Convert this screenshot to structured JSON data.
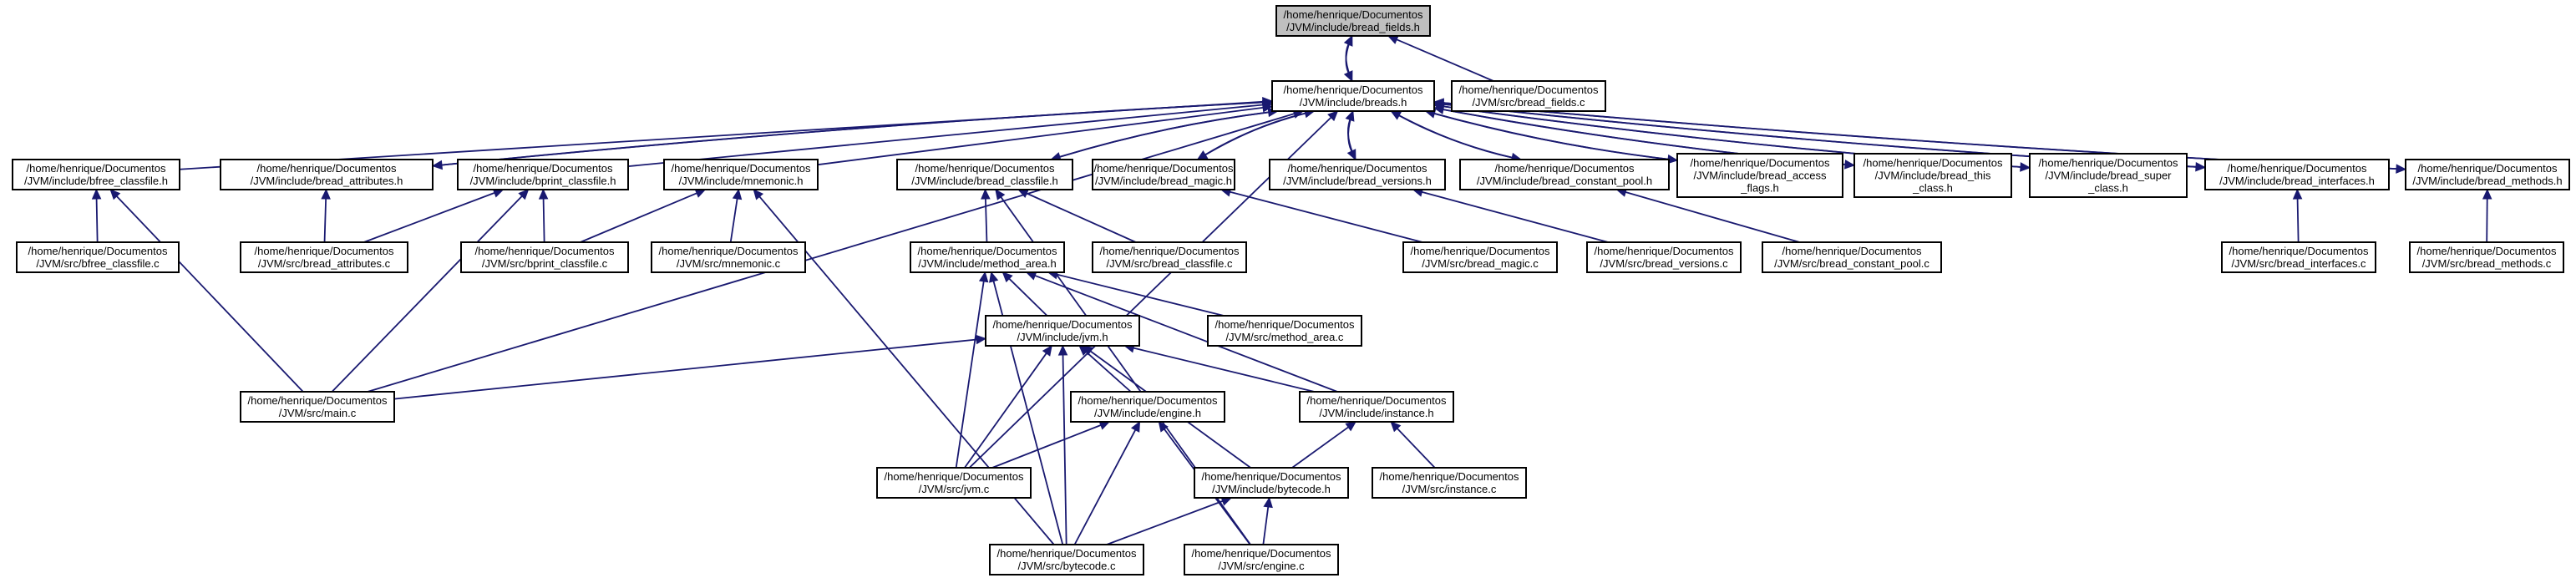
{
  "graph": {
    "colors": {
      "edge": "#191970",
      "node_border": "#000000",
      "root_fill": "#bfbfbf",
      "node_fill": "#ffffff"
    },
    "nodes": [
      {
        "id": "bread_fields_h",
        "lines": [
          "/home/henrique/Documentos",
          "/JVM/include/bread_fields.h"
        ],
        "root": true
      },
      {
        "id": "breads_h",
        "lines": [
          "/home/henrique/Documentos",
          "/JVM/include/breads.h"
        ]
      },
      {
        "id": "bread_fields_c",
        "lines": [
          "/home/henrique/Documentos",
          "/JVM/src/bread_fields.c"
        ]
      },
      {
        "id": "bfree_classfile_h",
        "lines": [
          "/home/henrique/Documentos",
          "/JVM/include/bfree_classfile.h"
        ]
      },
      {
        "id": "bread_attributes_h",
        "lines": [
          "/home/henrique/Documentos",
          "/JVM/include/bread_attributes.h"
        ]
      },
      {
        "id": "bprint_classfile_h",
        "lines": [
          "/home/henrique/Documentos",
          "/JVM/include/bprint_classfile.h"
        ]
      },
      {
        "id": "mnemonic_h",
        "lines": [
          "/home/henrique/Documentos",
          "/JVM/include/mnemonic.h"
        ]
      },
      {
        "id": "bread_classfile_h",
        "lines": [
          "/home/henrique/Documentos",
          "/JVM/include/bread_classfile.h"
        ]
      },
      {
        "id": "bread_magic_h",
        "lines": [
          "/home/henrique/Documentos",
          "/JVM/include/bread_magic.h"
        ]
      },
      {
        "id": "bread_versions_h",
        "lines": [
          "/home/henrique/Documentos",
          "/JVM/include/bread_versions.h"
        ]
      },
      {
        "id": "bread_constant_pool_h",
        "lines": [
          "/home/henrique/Documentos",
          "/JVM/include/bread_constant_pool.h"
        ]
      },
      {
        "id": "bread_access_flags_h",
        "lines": [
          "/home/henrique/Documentos",
          "/JVM/include/bread_access",
          "_flags.h"
        ]
      },
      {
        "id": "bread_this_class_h",
        "lines": [
          "/home/henrique/Documentos",
          "/JVM/include/bread_this",
          "_class.h"
        ]
      },
      {
        "id": "bread_super_class_h",
        "lines": [
          "/home/henrique/Documentos",
          "/JVM/include/bread_super",
          "_class.h"
        ]
      },
      {
        "id": "bread_interfaces_h",
        "lines": [
          "/home/henrique/Documentos",
          "/JVM/include/bread_interfaces.h"
        ]
      },
      {
        "id": "bread_methods_h",
        "lines": [
          "/home/henrique/Documentos",
          "/JVM/include/bread_methods.h"
        ]
      },
      {
        "id": "bfree_classfile_c",
        "lines": [
          "/home/henrique/Documentos",
          "/JVM/src/bfree_classfile.c"
        ]
      },
      {
        "id": "bread_attributes_c",
        "lines": [
          "/home/henrique/Documentos",
          "/JVM/src/bread_attributes.c"
        ]
      },
      {
        "id": "bprint_classfile_c",
        "lines": [
          "/home/henrique/Documentos",
          "/JVM/src/bprint_classfile.c"
        ]
      },
      {
        "id": "mnemonic_c",
        "lines": [
          "/home/henrique/Documentos",
          "/JVM/src/mnemonic.c"
        ]
      },
      {
        "id": "method_area_h",
        "lines": [
          "/home/henrique/Documentos",
          "/JVM/include/method_area.h"
        ]
      },
      {
        "id": "bread_classfile_c",
        "lines": [
          "/home/henrique/Documentos",
          "/JVM/src/bread_classfile.c"
        ]
      },
      {
        "id": "bread_magic_c",
        "lines": [
          "/home/henrique/Documentos",
          "/JVM/src/bread_magic.c"
        ]
      },
      {
        "id": "bread_versions_c",
        "lines": [
          "/home/henrique/Documentos",
          "/JVM/src/bread_versions.c"
        ]
      },
      {
        "id": "bread_constant_pool_c",
        "lines": [
          "/home/henrique/Documentos",
          "/JVM/src/bread_constant_pool.c"
        ]
      },
      {
        "id": "bread_interfaces_c",
        "lines": [
          "/home/henrique/Documentos",
          "/JVM/src/bread_interfaces.c"
        ]
      },
      {
        "id": "bread_methods_c",
        "lines": [
          "/home/henrique/Documentos",
          "/JVM/src/bread_methods.c"
        ]
      },
      {
        "id": "jvm_h",
        "lines": [
          "/home/henrique/Documentos",
          "/JVM/include/jvm.h"
        ]
      },
      {
        "id": "method_area_c",
        "lines": [
          "/home/henrique/Documentos",
          "/JVM/src/method_area.c"
        ]
      },
      {
        "id": "main_c",
        "lines": [
          "/home/henrique/Documentos",
          "/JVM/src/main.c"
        ]
      },
      {
        "id": "engine_h",
        "lines": [
          "/home/henrique/Documentos",
          "/JVM/include/engine.h"
        ]
      },
      {
        "id": "instance_h",
        "lines": [
          "/home/henrique/Documentos",
          "/JVM/include/instance.h"
        ]
      },
      {
        "id": "jvm_c",
        "lines": [
          "/home/henrique/Documentos",
          "/JVM/src/jvm.c"
        ]
      },
      {
        "id": "bytecode_h",
        "lines": [
          "/home/henrique/Documentos",
          "/JVM/include/bytecode.h"
        ]
      },
      {
        "id": "instance_c",
        "lines": [
          "/home/henrique/Documentos",
          "/JVM/src/instance.c"
        ]
      },
      {
        "id": "bytecode_c",
        "lines": [
          "/home/henrique/Documentos",
          "/JVM/src/bytecode.c"
        ]
      },
      {
        "id": "engine_c",
        "lines": [
          "/home/henrique/Documentos",
          "/JVM/src/engine.c"
        ]
      }
    ],
    "edges": [
      {
        "from": "breads_h",
        "to": "bread_fields_h"
      },
      {
        "from": "bread_fields_h",
        "to": "breads_h"
      },
      {
        "from": "bread_fields_c",
        "to": "bread_fields_h"
      },
      {
        "from": "bfree_classfile_h",
        "to": "breads_h"
      },
      {
        "from": "bread_attributes_h",
        "to": "breads_h"
      },
      {
        "from": "breads_h",
        "to": "bread_attributes_h"
      },
      {
        "from": "bprint_classfile_h",
        "to": "breads_h"
      },
      {
        "from": "mnemonic_h",
        "to": "breads_h"
      },
      {
        "from": "bread_classfile_h",
        "to": "breads_h"
      },
      {
        "from": "breads_h",
        "to": "bread_classfile_h"
      },
      {
        "from": "bread_magic_h",
        "to": "breads_h"
      },
      {
        "from": "breads_h",
        "to": "bread_magic_h"
      },
      {
        "from": "bread_versions_h",
        "to": "breads_h"
      },
      {
        "from": "breads_h",
        "to": "bread_versions_h"
      },
      {
        "from": "bread_constant_pool_h",
        "to": "breads_h"
      },
      {
        "from": "breads_h",
        "to": "bread_constant_pool_h"
      },
      {
        "from": "bread_access_flags_h",
        "to": "breads_h"
      },
      {
        "from": "breads_h",
        "to": "bread_access_flags_h"
      },
      {
        "from": "bread_this_class_h",
        "to": "breads_h"
      },
      {
        "from": "breads_h",
        "to": "bread_this_class_h"
      },
      {
        "from": "bread_super_class_h",
        "to": "breads_h"
      },
      {
        "from": "breads_h",
        "to": "bread_super_class_h"
      },
      {
        "from": "bread_interfaces_h",
        "to": "breads_h"
      },
      {
        "from": "breads_h",
        "to": "bread_interfaces_h"
      },
      {
        "from": "bread_methods_h",
        "to": "breads_h"
      },
      {
        "from": "breads_h",
        "to": "bread_methods_h"
      },
      {
        "from": "main_c",
        "to": "breads_h"
      },
      {
        "from": "jvm_c",
        "to": "breads_h"
      },
      {
        "from": "bfree_classfile_c",
        "to": "bfree_classfile_h"
      },
      {
        "from": "main_c",
        "to": "bfree_classfile_h"
      },
      {
        "from": "bread_attributes_c",
        "to": "bread_attributes_h"
      },
      {
        "from": "bread_attributes_c",
        "to": "bprint_classfile_h"
      },
      {
        "from": "bprint_classfile_c",
        "to": "bprint_classfile_h"
      },
      {
        "from": "main_c",
        "to": "bprint_classfile_h"
      },
      {
        "from": "bprint_classfile_c",
        "to": "mnemonic_h"
      },
      {
        "from": "mnemonic_c",
        "to": "mnemonic_h"
      },
      {
        "from": "bytecode_c",
        "to": "mnemonic_h"
      },
      {
        "from": "method_area_h",
        "to": "bread_classfile_h"
      },
      {
        "from": "bread_classfile_c",
        "to": "bread_classfile_h"
      },
      {
        "from": "engine_c",
        "to": "bread_classfile_h"
      },
      {
        "from": "bread_magic_c",
        "to": "bread_magic_h"
      },
      {
        "from": "bread_versions_c",
        "to": "bread_versions_h"
      },
      {
        "from": "bread_constant_pool_c",
        "to": "bread_constant_pool_h"
      },
      {
        "from": "bread_interfaces_c",
        "to": "bread_interfaces_h"
      },
      {
        "from": "bread_methods_c",
        "to": "bread_methods_h"
      },
      {
        "from": "jvm_h",
        "to": "method_area_h"
      },
      {
        "from": "method_area_c",
        "to": "method_area_h"
      },
      {
        "from": "instance_h",
        "to": "method_area_h"
      },
      {
        "from": "jvm_c",
        "to": "method_area_h"
      },
      {
        "from": "bytecode_c",
        "to": "method_area_h"
      },
      {
        "from": "main_c",
        "to": "jvm_h"
      },
      {
        "from": "engine_h",
        "to": "jvm_h"
      },
      {
        "from": "instance_h",
        "to": "jvm_h"
      },
      {
        "from": "jvm_c",
        "to": "jvm_h"
      },
      {
        "from": "bytecode_h",
        "to": "jvm_h"
      },
      {
        "from": "bytecode_c",
        "to": "jvm_h"
      },
      {
        "from": "jvm_c",
        "to": "engine_h"
      },
      {
        "from": "bytecode_c",
        "to": "engine_h"
      },
      {
        "from": "engine_c",
        "to": "engine_h"
      },
      {
        "from": "bytecode_h",
        "to": "instance_h"
      },
      {
        "from": "instance_c",
        "to": "instance_h"
      },
      {
        "from": "bytecode_c",
        "to": "bytecode_h"
      },
      {
        "from": "engine_c",
        "to": "bytecode_h"
      }
    ]
  }
}
